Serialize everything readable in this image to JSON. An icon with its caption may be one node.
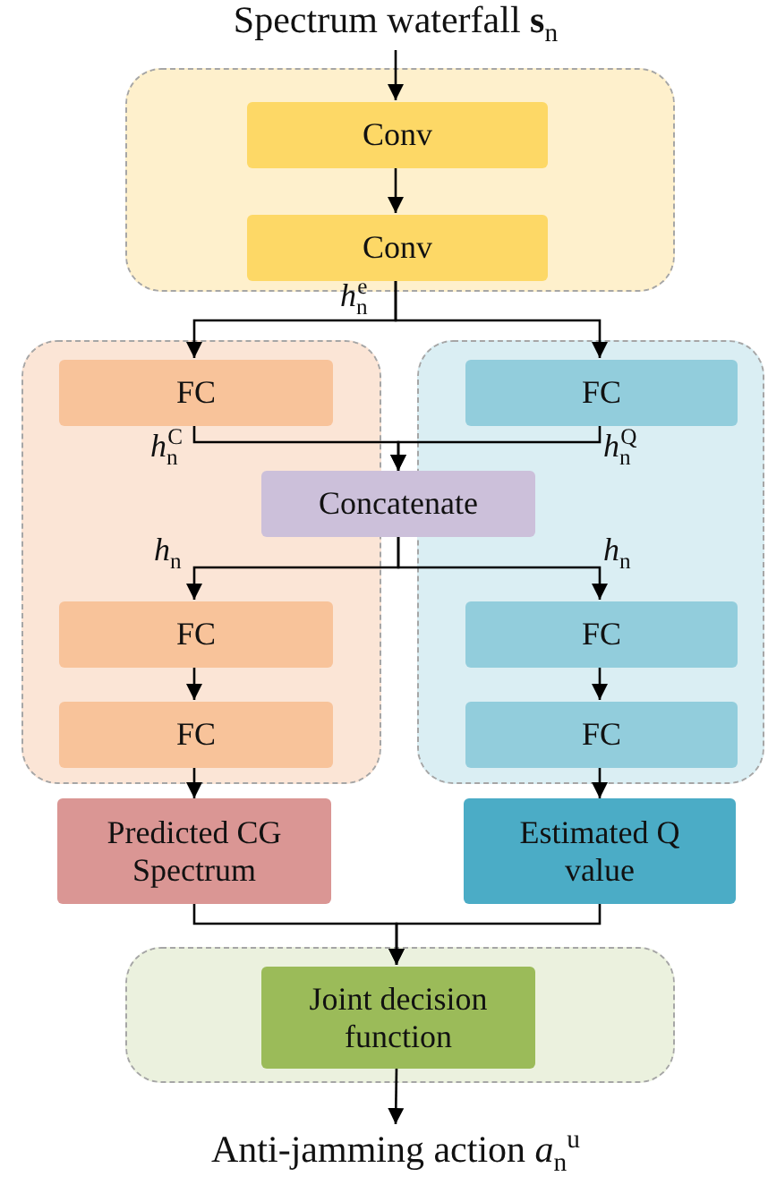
{
  "diagram": {
    "nodes": [
      {
        "text": [
          "Spectrum waterfall **s**$_{n}$"
        ]
      },
      {
        "text": [],
        "shape": "box"
      },
      {
        "text": [
          "Conv"
        ],
        "in": 1
      },
      {
        "text": [
          "Conv"
        ],
        "in": 1
      },
      {
        "text": [],
        "shape": "box"
      },
      {
        "text": [
          "FC"
        ],
        "in": 4
      },
      {
        "text": [],
        "shape": "box"
      },
      {
        "text": [
          "FC"
        ],
        "in": 6
      },
      {
        "text": [
          "Concatenate"
        ]
      },
      {
        "text": [
          "FC"
        ],
        "in": 4
      },
      {
        "text": [
          "FC"
        ],
        "in": 4
      },
      {
        "text": [
          "FC"
        ],
        "in": 6
      },
      {
        "text": [
          "FC"
        ],
        "in": 6
      },
      {
        "text": [
          "Predicted CG Spectrum"
        ]
      },
      {
        "text": [
          "Estimated Q value"
        ]
      },
      {
        "text": [],
        "shape": "box"
      },
      {
        "text": [
          "Joint decision function"
        ],
        "in": 15
      },
      {
        "text": [
          "Anti-jamming action *a*$_{n}$$^{u}$"
        ]
      }
    ],
    "edges": [
      {
        "from": 0,
        "to": 2,
        "arrow": "to"
      },
      {
        "from": 2,
        "to": 3,
        "arrow": "to"
      },
      {
        "from": 3,
        "to": 5,
        "arrow": "to"
      },
      {
        "from": 3,
        "to": 7,
        "arrow": "to"
      },
      {
        "from": 5,
        "to": 8,
        "arrow": "to"
      },
      {
        "from": 7,
        "to": 8,
        "arrow": "to"
      },
      {
        "from": 8,
        "to": 9,
        "arrow": "to"
      },
      {
        "from": 8,
        "to": 11,
        "arrow": "to"
      },
      {
        "from": 9,
        "to": 10,
        "arrow": "to"
      },
      {
        "from": 11,
        "to": 12,
        "arrow": "to"
      },
      {
        "from": 10,
        "to": 13,
        "arrow": "to"
      },
      {
        "from": 12,
        "to": 14,
        "arrow": "to"
      },
      {
        "from": 13,
        "to": 16,
        "arrow": "to"
      },
      {
        "from": 14,
        "to": 16,
        "arrow": "to"
      },
      {
        "from": 16,
        "to": 17,
        "arrow": "to"
      }
    ],
    "labels": [
      "*h*$_{n}$$^{e}$",
      "*h*$_{n}$$^{C}$",
      "*h*$_{n}$$^{Q}$",
      "*h*$_{n}$",
      "*h*$_{n}$"
    ]
  }
}
